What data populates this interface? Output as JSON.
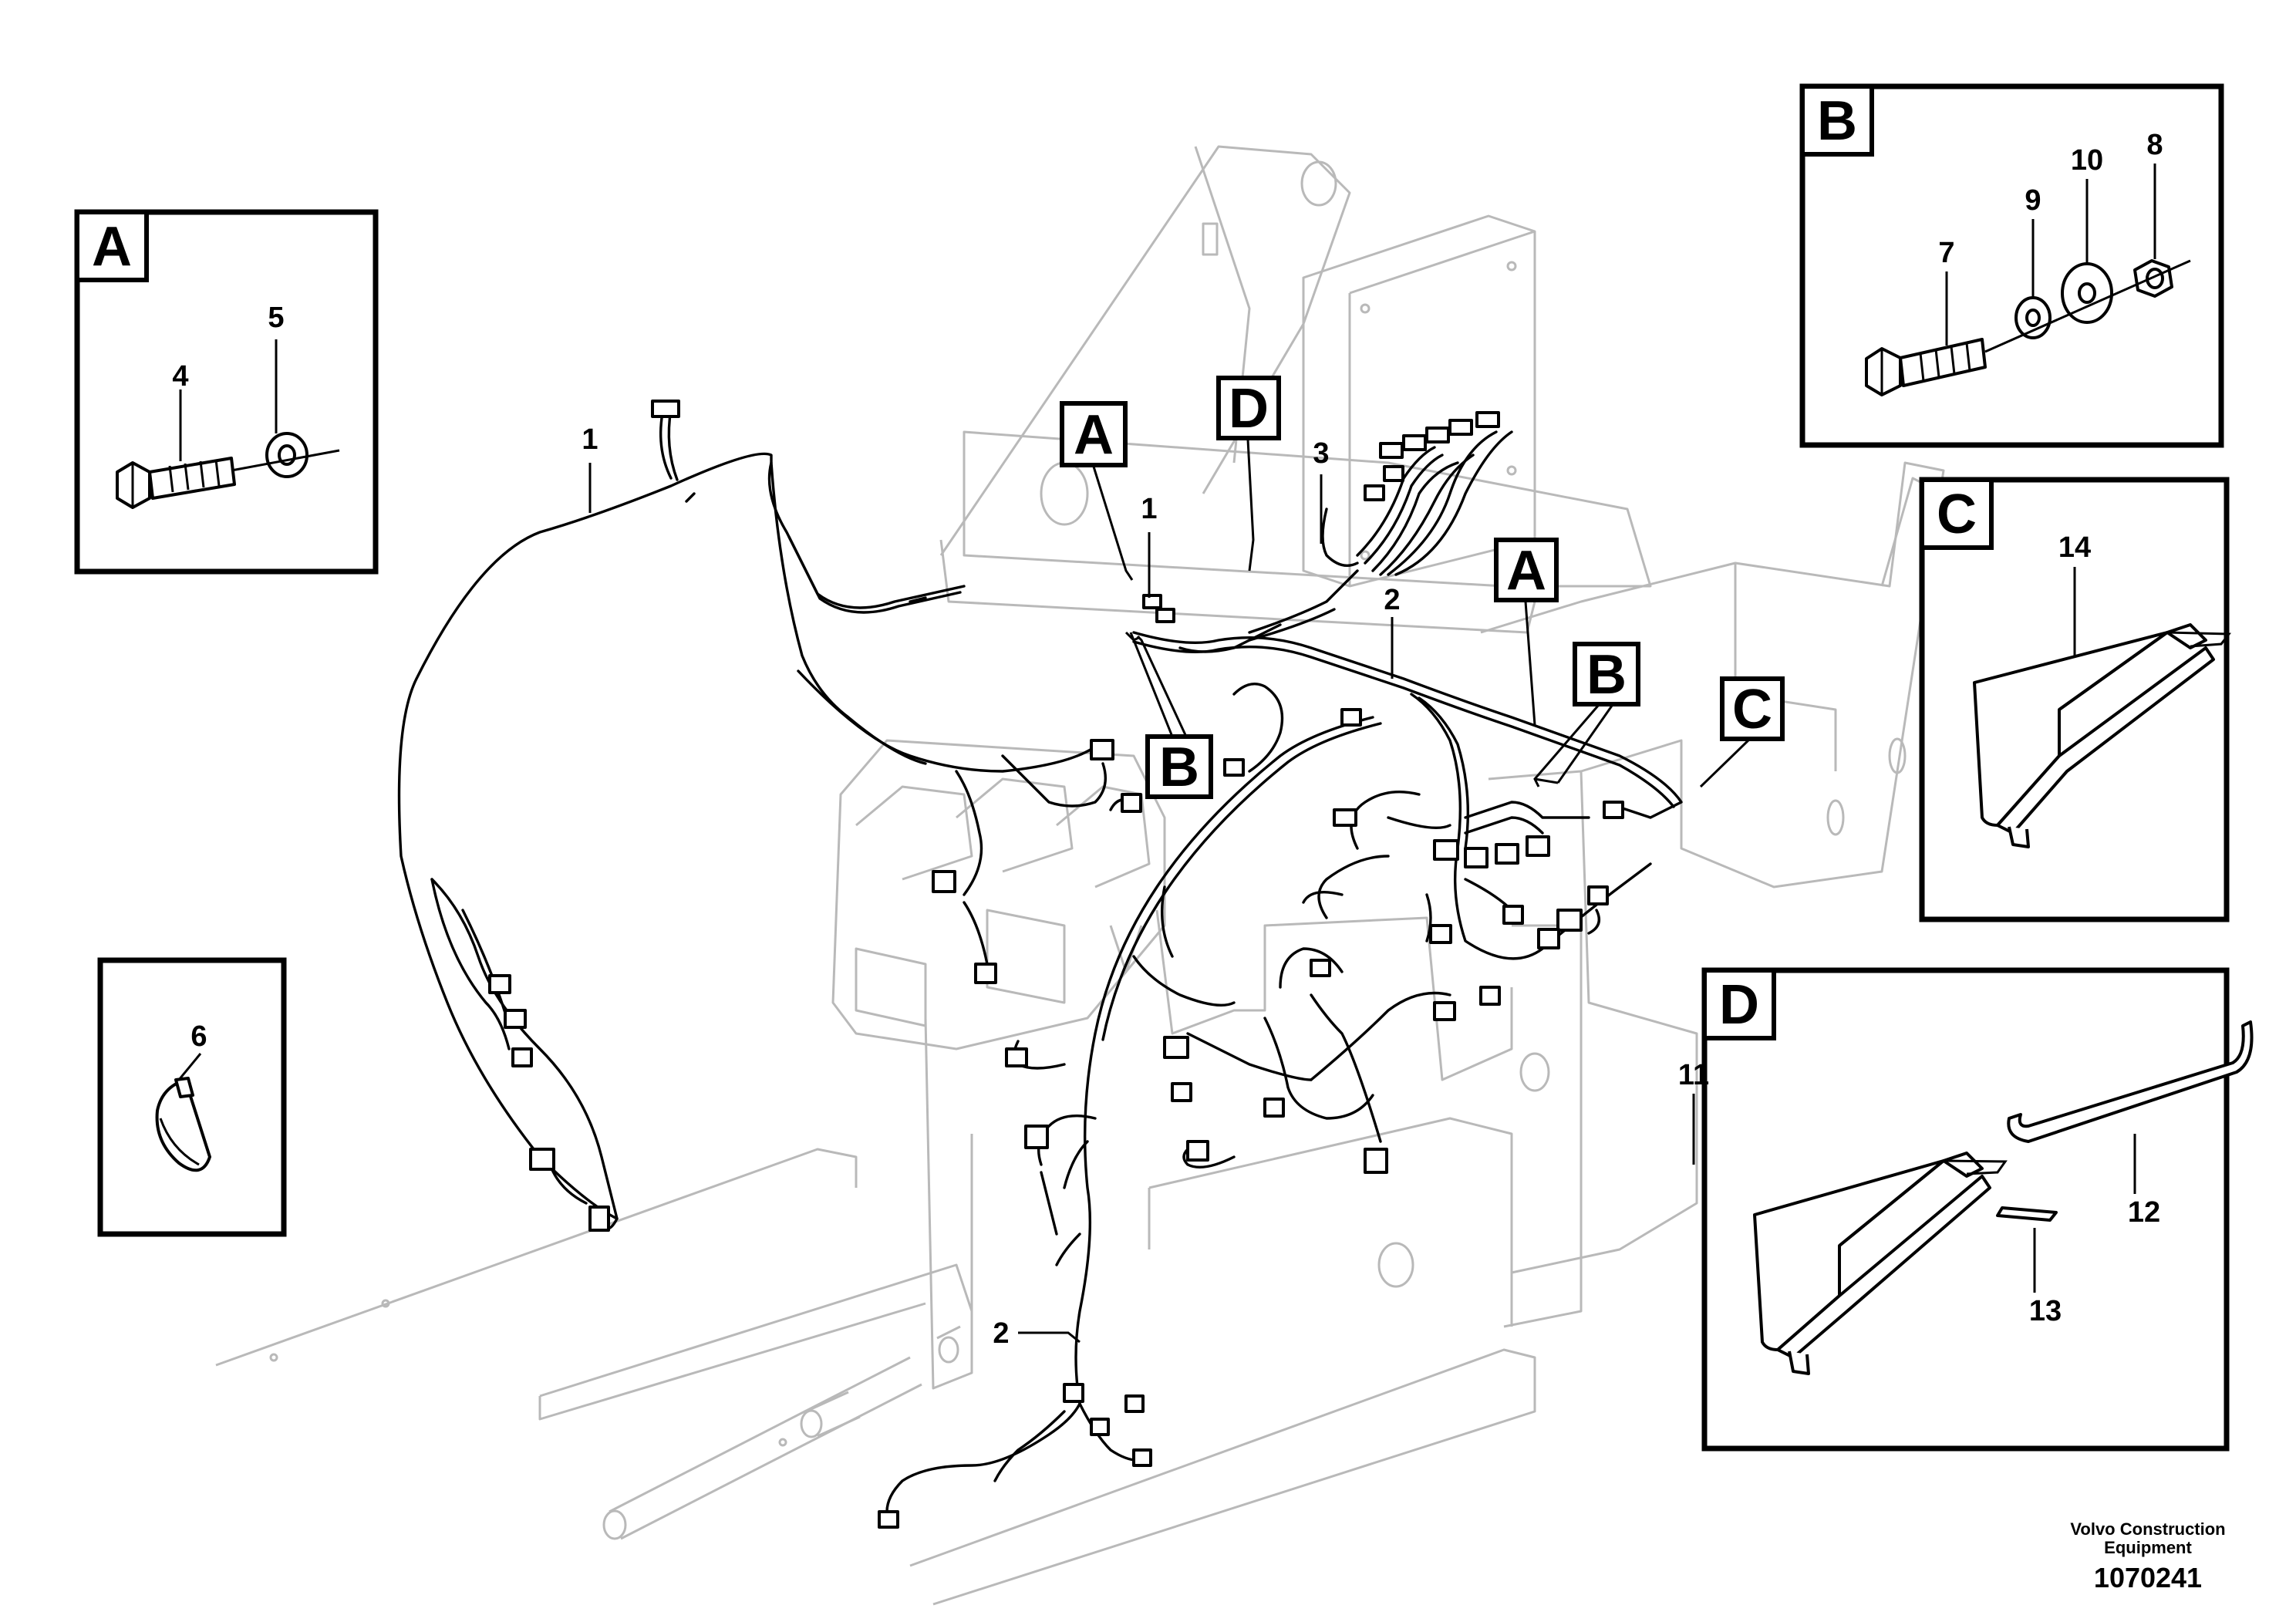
{
  "callouts": {
    "c1_main": "1",
    "c1_frame": "1",
    "c2_frame": "2",
    "c2_lower": "2",
    "c3": "3",
    "c4": "4",
    "c5": "5",
    "c6": "6",
    "c7": "7",
    "c8": "8",
    "c9": "9",
    "c10": "10",
    "c11": "11",
    "c12": "12",
    "c13": "13",
    "c14": "14"
  },
  "detail_tags": {
    "a_main": "A",
    "a_right": "A",
    "b_main": "B",
    "b_right": "B",
    "c_main": "C",
    "d_main": "D"
  },
  "detail_boxes": {
    "a": "A",
    "b": "B",
    "c": "C",
    "d": "D"
  },
  "footer": {
    "company_line1": "Volvo Construction",
    "company_line2": "Equipment",
    "drawing_number": "1070241"
  }
}
